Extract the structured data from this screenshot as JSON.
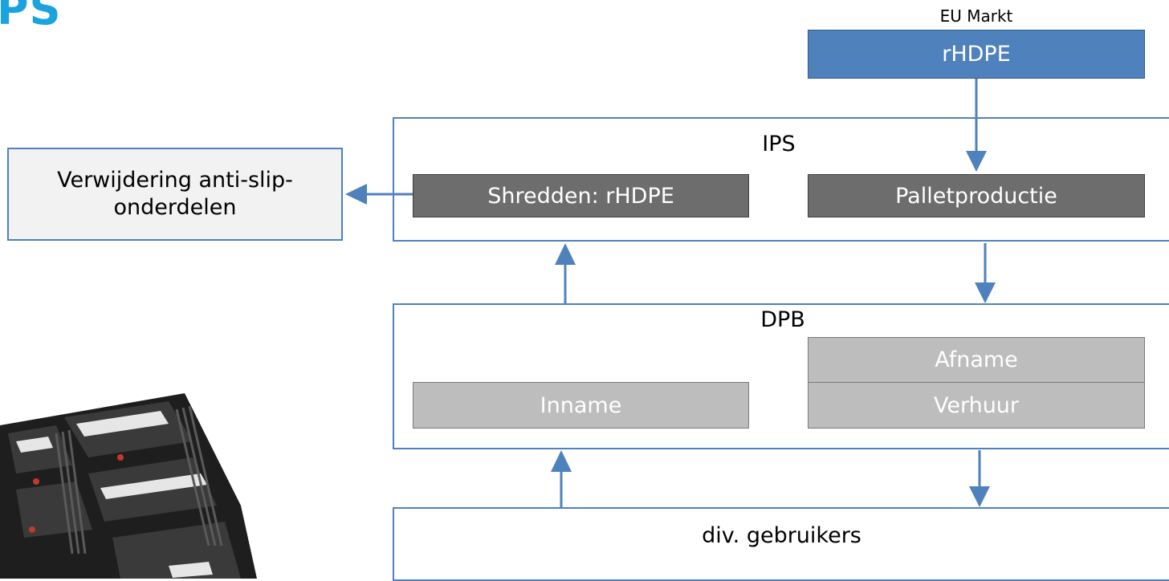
{
  "logo_text": "PS",
  "eu_markt": {
    "label": "EU Markt",
    "box": "rHDPE"
  },
  "ips": {
    "title": "IPS",
    "shredden": "Shredden: rHDPE",
    "palletproductie": "Palletproductie"
  },
  "removal": {
    "line1": "Verwijdering anti-slip-",
    "line2": "onderdelen"
  },
  "dpb": {
    "title": "DPB",
    "inname": "Inname",
    "afname": "Afname",
    "verhuur": "Verhuur"
  },
  "users": {
    "label": "div. gebruikers"
  },
  "colors": {
    "arrow": "#4f81bd",
    "logo": "#1aa3df"
  }
}
